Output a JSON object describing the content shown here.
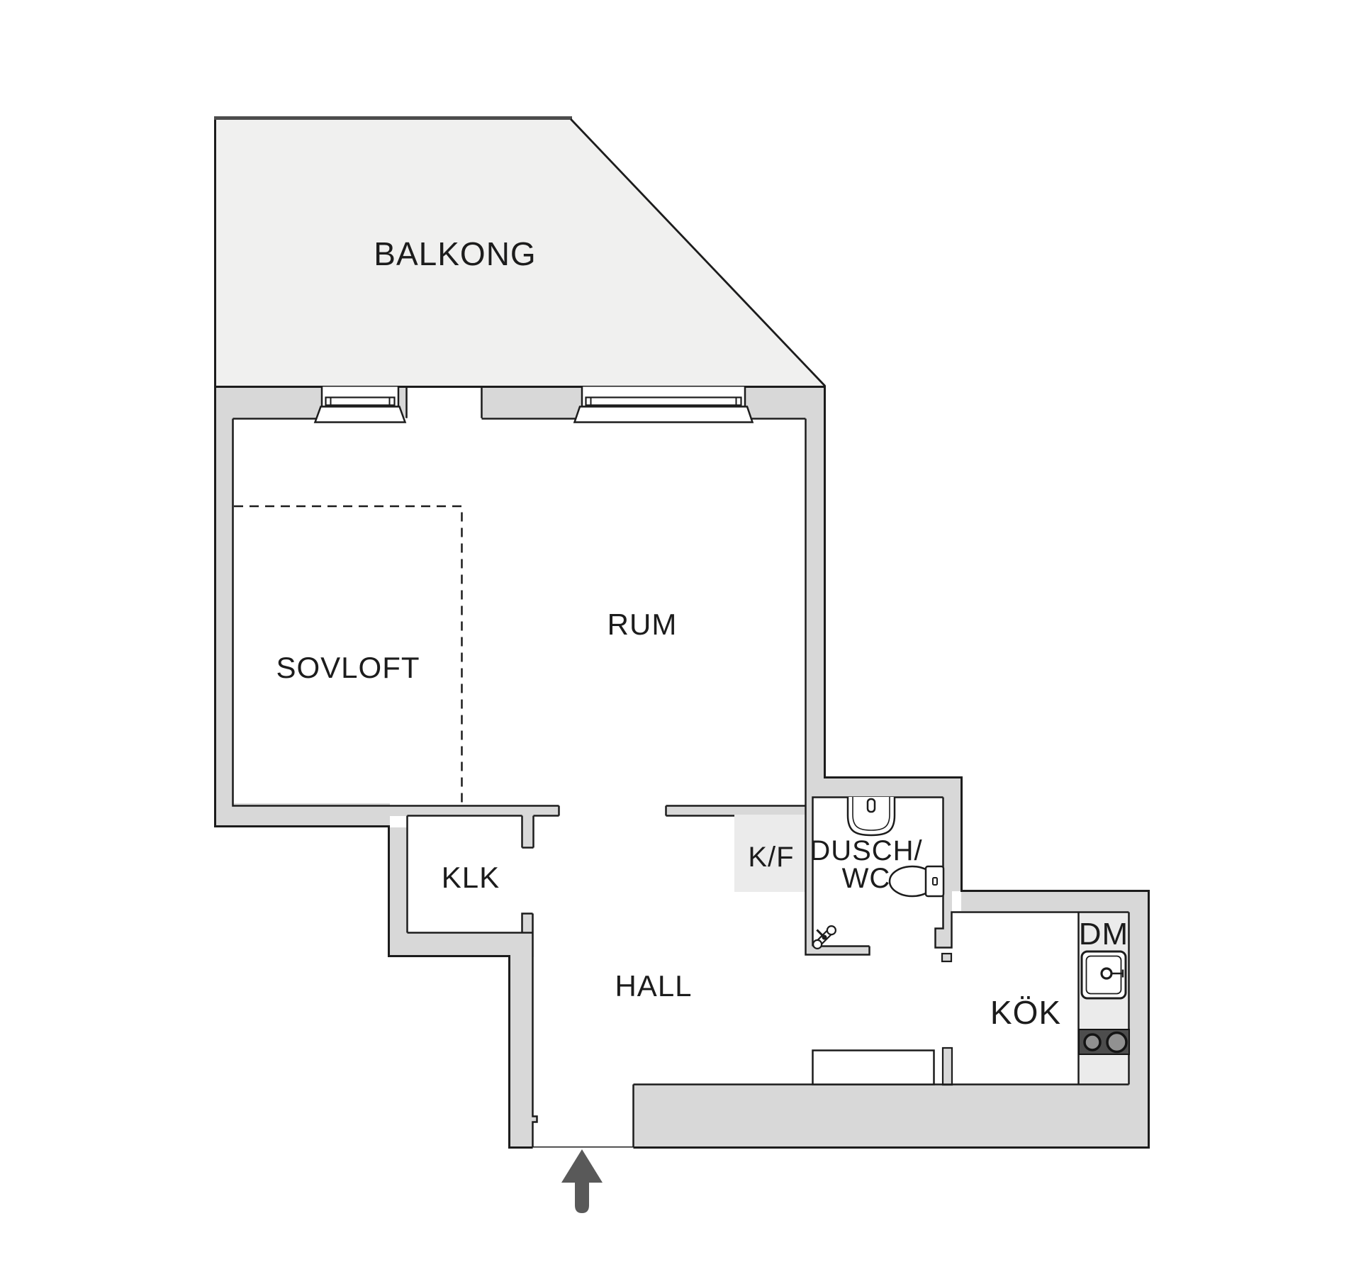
{
  "title": "Apartment floor plan",
  "labels": {
    "balkong": "BALKONG",
    "sovloft": "SOVLOFT",
    "rum": "RUM",
    "klk": "KLK",
    "kf": "K/F",
    "dusch": "DUSCH/",
    "wc": "WC",
    "hall": "HALL",
    "kok": "KÖK",
    "dm": "DM"
  },
  "colors": {
    "wall": "#d8d8d8",
    "light": "#ebebeb",
    "balcony": "#f0f0ef",
    "line": "#1c1c1c",
    "thick_edge": "#4d4d4d",
    "arrow": "#595959",
    "stove": "#4d4d4d",
    "burner": "#919191",
    "white": "#ffffff"
  }
}
